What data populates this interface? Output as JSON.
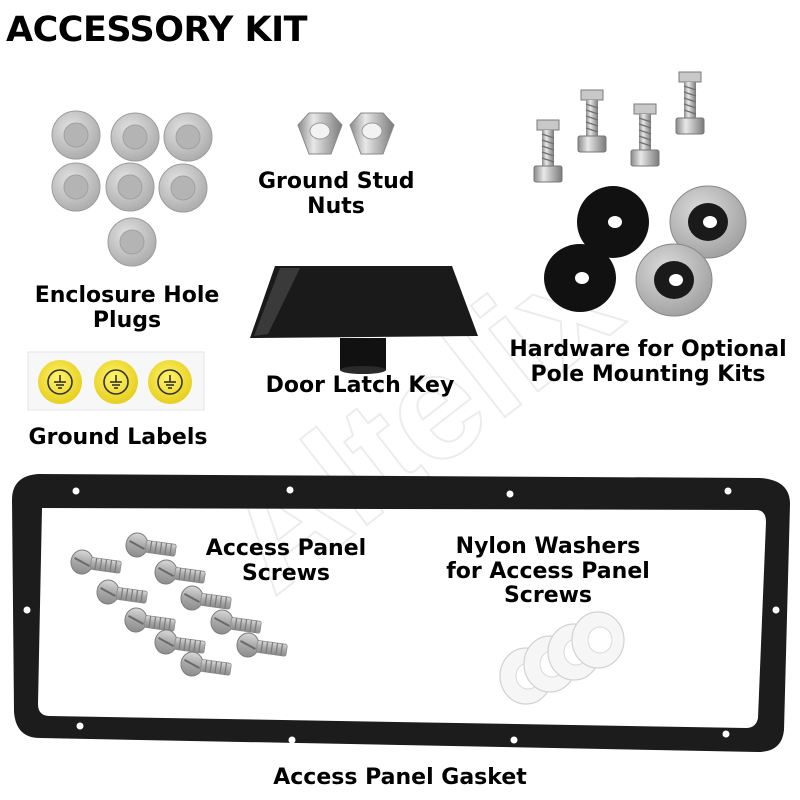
{
  "title": "ACCESSORY KIT",
  "watermark": "Altelix",
  "colors": {
    "gasket": "#1c1c1c",
    "plug": "#c9c9c9",
    "label_yellow": "#f2e43a",
    "latch_key": "#1a1a1a",
    "nylon_washer": "#f4f4f4"
  },
  "labels": {
    "ground_stud_nuts": [
      "Ground Stud",
      "Nuts"
    ],
    "enclosure_hole_plugs": [
      "Enclosure Hole",
      "Plugs"
    ],
    "door_latch_key": [
      "Door Latch Key"
    ],
    "pole_mounting_hardware": [
      "Hardware for Optional",
      "Pole Mounting Kits"
    ],
    "ground_labels": [
      "Ground Labels"
    ],
    "access_panel_screws": [
      "Access Panel",
      "Screws"
    ],
    "nylon_washers": [
      "Nylon Washers",
      "for Access Panel",
      "Screws"
    ],
    "access_panel_gasket": [
      "Access Panel Gasket"
    ]
  }
}
